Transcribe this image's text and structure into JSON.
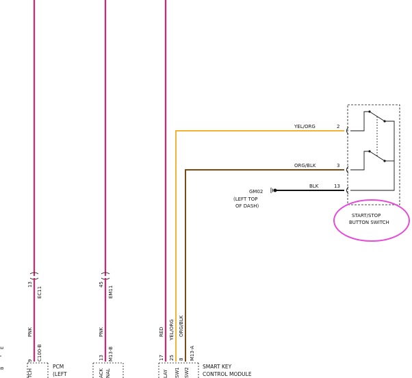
{
  "colors": {
    "pink_wire": "#d9226b",
    "yellow_wire": "#f2b233",
    "brown_wire": "#7a4a12",
    "black_wire": "#111111",
    "highlight": "#e64ad9"
  },
  "left_edge": {
    "text1": "E",
    "text2": "B"
  },
  "wire_ec11": {
    "pin": "13",
    "connector": "EC11",
    "color_label": "PNK",
    "pin2": "9",
    "connector2": "C100-B",
    "pin_name": "TCH"
  },
  "wire_em11": {
    "pin": "45",
    "connector": "EM11",
    "color_label": "PNK",
    "pin2": "13",
    "connector2": "M13-B",
    "pin_name_a": "ACK",
    "pin_name_b": "NAL"
  },
  "wire_red": {
    "color_label": "RED",
    "pin": "17",
    "pin_name": "LAY"
  },
  "wire_yel_org": {
    "color_label": "YEL/ORG",
    "pin": "25",
    "pin_name": "SW1",
    "switch_pin": "2",
    "switch_label": "YEL/ORG"
  },
  "wire_org_blk": {
    "color_label": "ORG/BLK",
    "pin": "8",
    "pin_name": "SW2",
    "switch_pin": "3",
    "switch_label": "ORG/BLK"
  },
  "smart_key_connector": "M13-A",
  "ground": {
    "wire_label": "BLK",
    "pin": "13",
    "id": "GM02",
    "line1": "(LEFT TOP",
    "line2": "OF DASH)"
  },
  "switch": {
    "line1": "START/STOP",
    "line2": "BUTTON SWITCH"
  },
  "pcm": {
    "line1": "PCM",
    "line2": "(LEFT"
  },
  "smart_key_module": {
    "line1": "SMART KEY",
    "line2": "CONTROL MODULE"
  }
}
